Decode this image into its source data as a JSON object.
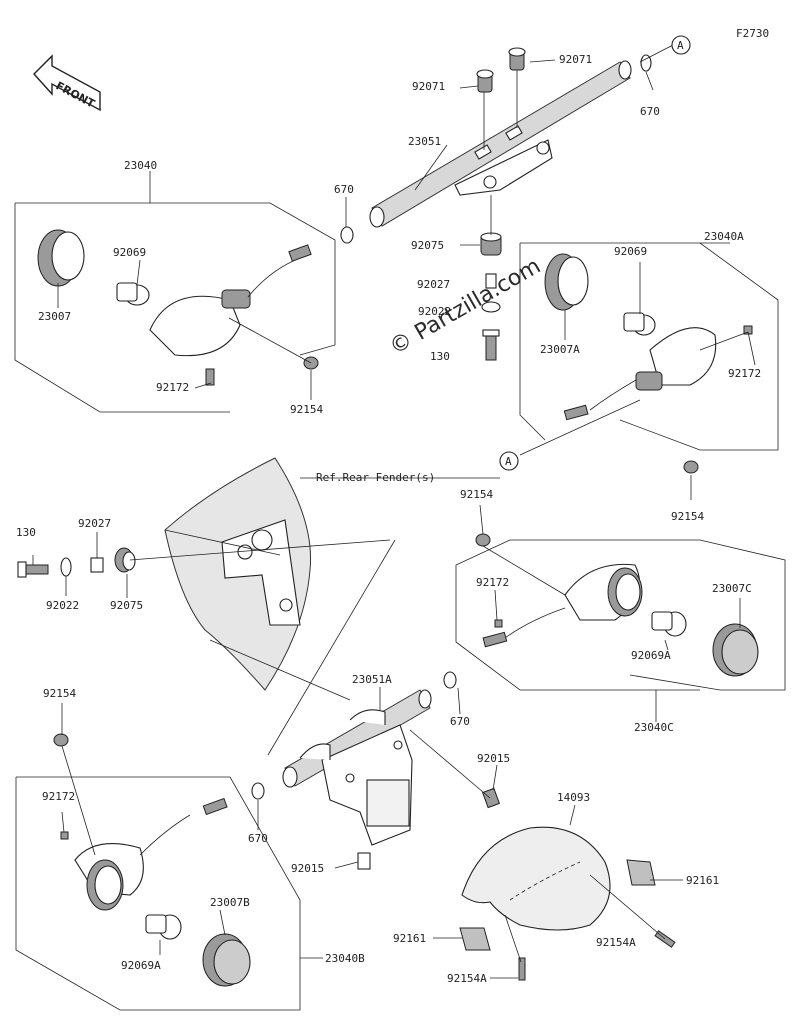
{
  "diagram": {
    "figure_code": "F2730",
    "front_label": "FRONT",
    "watermark": "© Partzilla.com",
    "reference_note": "Ref.Rear Fender(s)",
    "callout_letter": "A"
  },
  "parts": {
    "p_23040": "23040",
    "p_23040A": "23040A",
    "p_23040B": "23040B",
    "p_23040C": "23040C",
    "p_23007": "23007",
    "p_23007A": "23007A",
    "p_23007B": "23007B",
    "p_23007C": "23007C",
    "p_92069": "92069",
    "p_92069A": "92069A",
    "p_92172": "92172",
    "p_92154": "92154",
    "p_92154A": "92154A",
    "p_670": "670",
    "p_23051": "23051",
    "p_23051A": "23051A",
    "p_92071": "92071",
    "p_92075": "92075",
    "p_92027": "92027",
    "p_92022": "92022",
    "p_130": "130",
    "p_92015": "92015",
    "p_14093": "14093",
    "p_92161": "92161"
  }
}
